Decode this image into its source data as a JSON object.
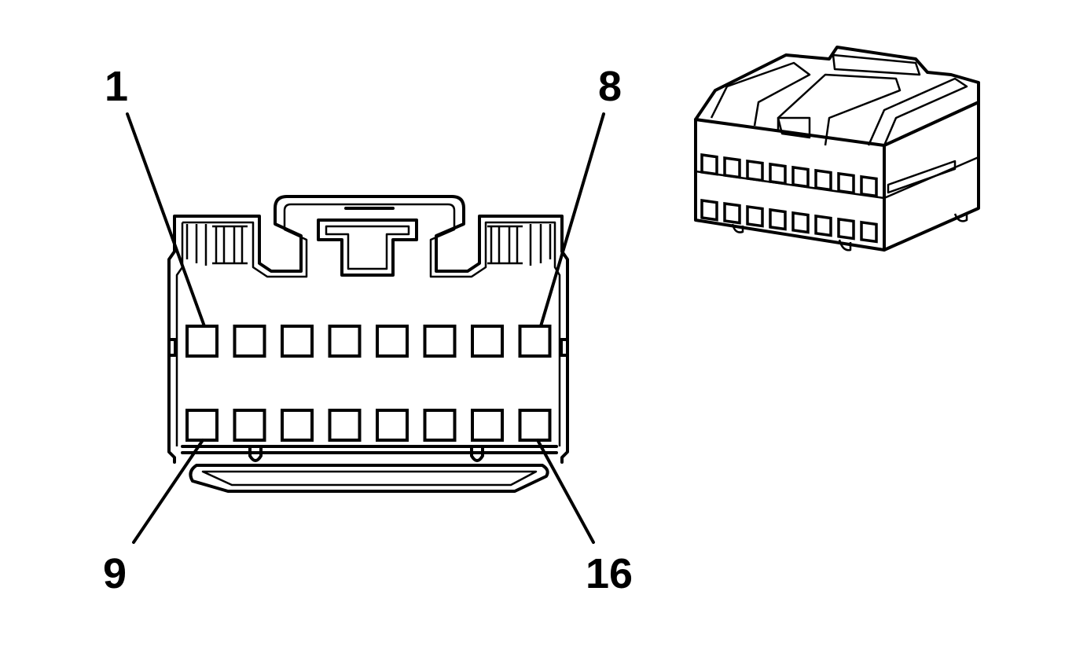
{
  "diagram": {
    "pin_labels": {
      "top_left": "1",
      "top_right": "8",
      "bottom_left": "9",
      "bottom_right": "16"
    },
    "cavity_rows": 2,
    "cavities_per_row": 8
  }
}
